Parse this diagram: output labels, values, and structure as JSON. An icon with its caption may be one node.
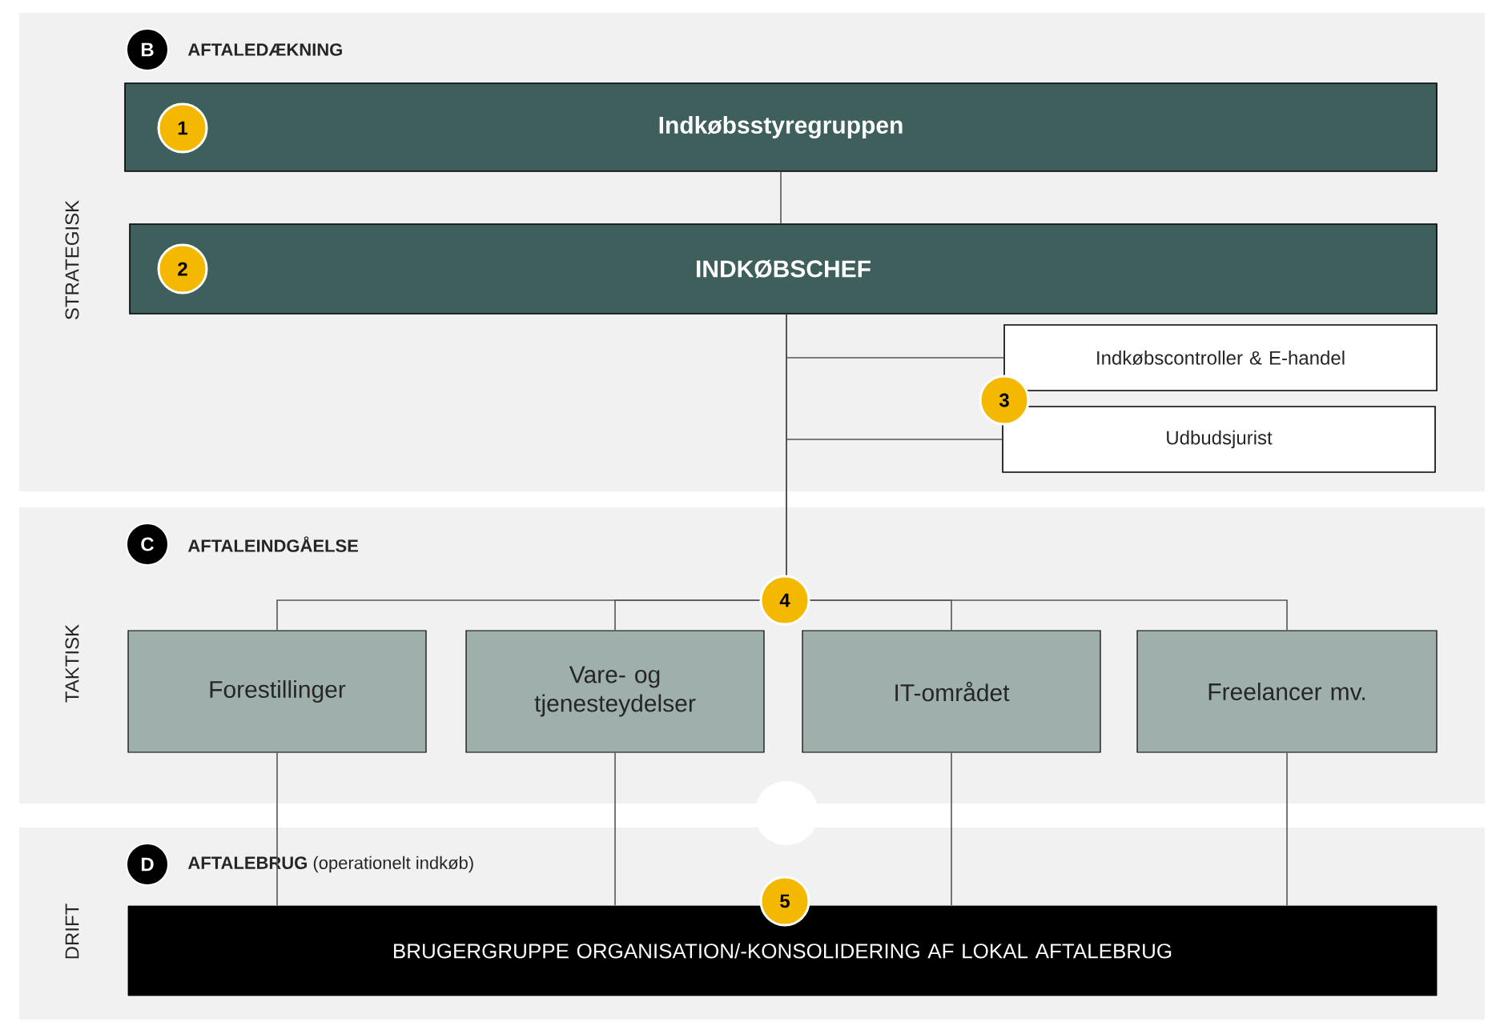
{
  "diagram": {
    "nodes": [
      {
        "text": [
          "B",
          "AFTALEDÆKNING",
          "STRATEGISK"
        ]
      },
      {
        "text": [
          "Indkøbsstyregruppen"
        ],
        "in": 0
      },
      {
        "text": [
          "INDKØBSCHEF"
        ],
        "in": 0
      },
      {
        "text": [
          "Indkøbscontroller & E-handel"
        ],
        "in": 0
      },
      {
        "text": [
          "Udbudsjurist"
        ],
        "in": 0
      },
      {
        "text": [
          "C",
          "AFTALEINDGÅELSE",
          "TAKTISK"
        ]
      },
      {
        "text": [
          "Forestillinger"
        ],
        "in": 5
      },
      {
        "text": [
          "Vare- og tjenesteydelser"
        ],
        "in": 5
      },
      {
        "text": [
          "IT-området"
        ],
        "in": 5
      },
      {
        "text": [
          "Freelancer mv."
        ],
        "in": 5
      },
      {
        "text": [
          "D",
          "**AFTALEBRUG** (operationelt indkøb)",
          "DRIFT"
        ]
      },
      {
        "text": [
          "BRUGERGRUPPE ORGANISATION/-KONSOLIDERING AF LOKAL AFTALEBRUG"
        ],
        "in": 10
      }
    ],
    "edges": [
      {
        "from": 1,
        "to": 2,
        "arrow": "none"
      },
      {
        "from": 2,
        "to": 3,
        "arrow": "none"
      },
      {
        "from": 2,
        "to": 4,
        "arrow": "none"
      },
      {
        "from": 2,
        "to": 6,
        "arrow": "none"
      },
      {
        "from": 2,
        "to": 7,
        "arrow": "none"
      },
      {
        "from": 2,
        "to": 8,
        "arrow": "none"
      },
      {
        "from": 2,
        "to": 9,
        "arrow": "none"
      },
      {
        "from": 6,
        "to": 11,
        "arrow": "none"
      },
      {
        "from": 7,
        "to": 11,
        "arrow": "none"
      },
      {
        "from": 8,
        "to": 11,
        "arrow": "none"
      },
      {
        "from": 9,
        "to": 11,
        "arrow": "none"
      }
    ],
    "labels": [
      "1",
      "2",
      "3",
      "4",
      "5"
    ]
  }
}
